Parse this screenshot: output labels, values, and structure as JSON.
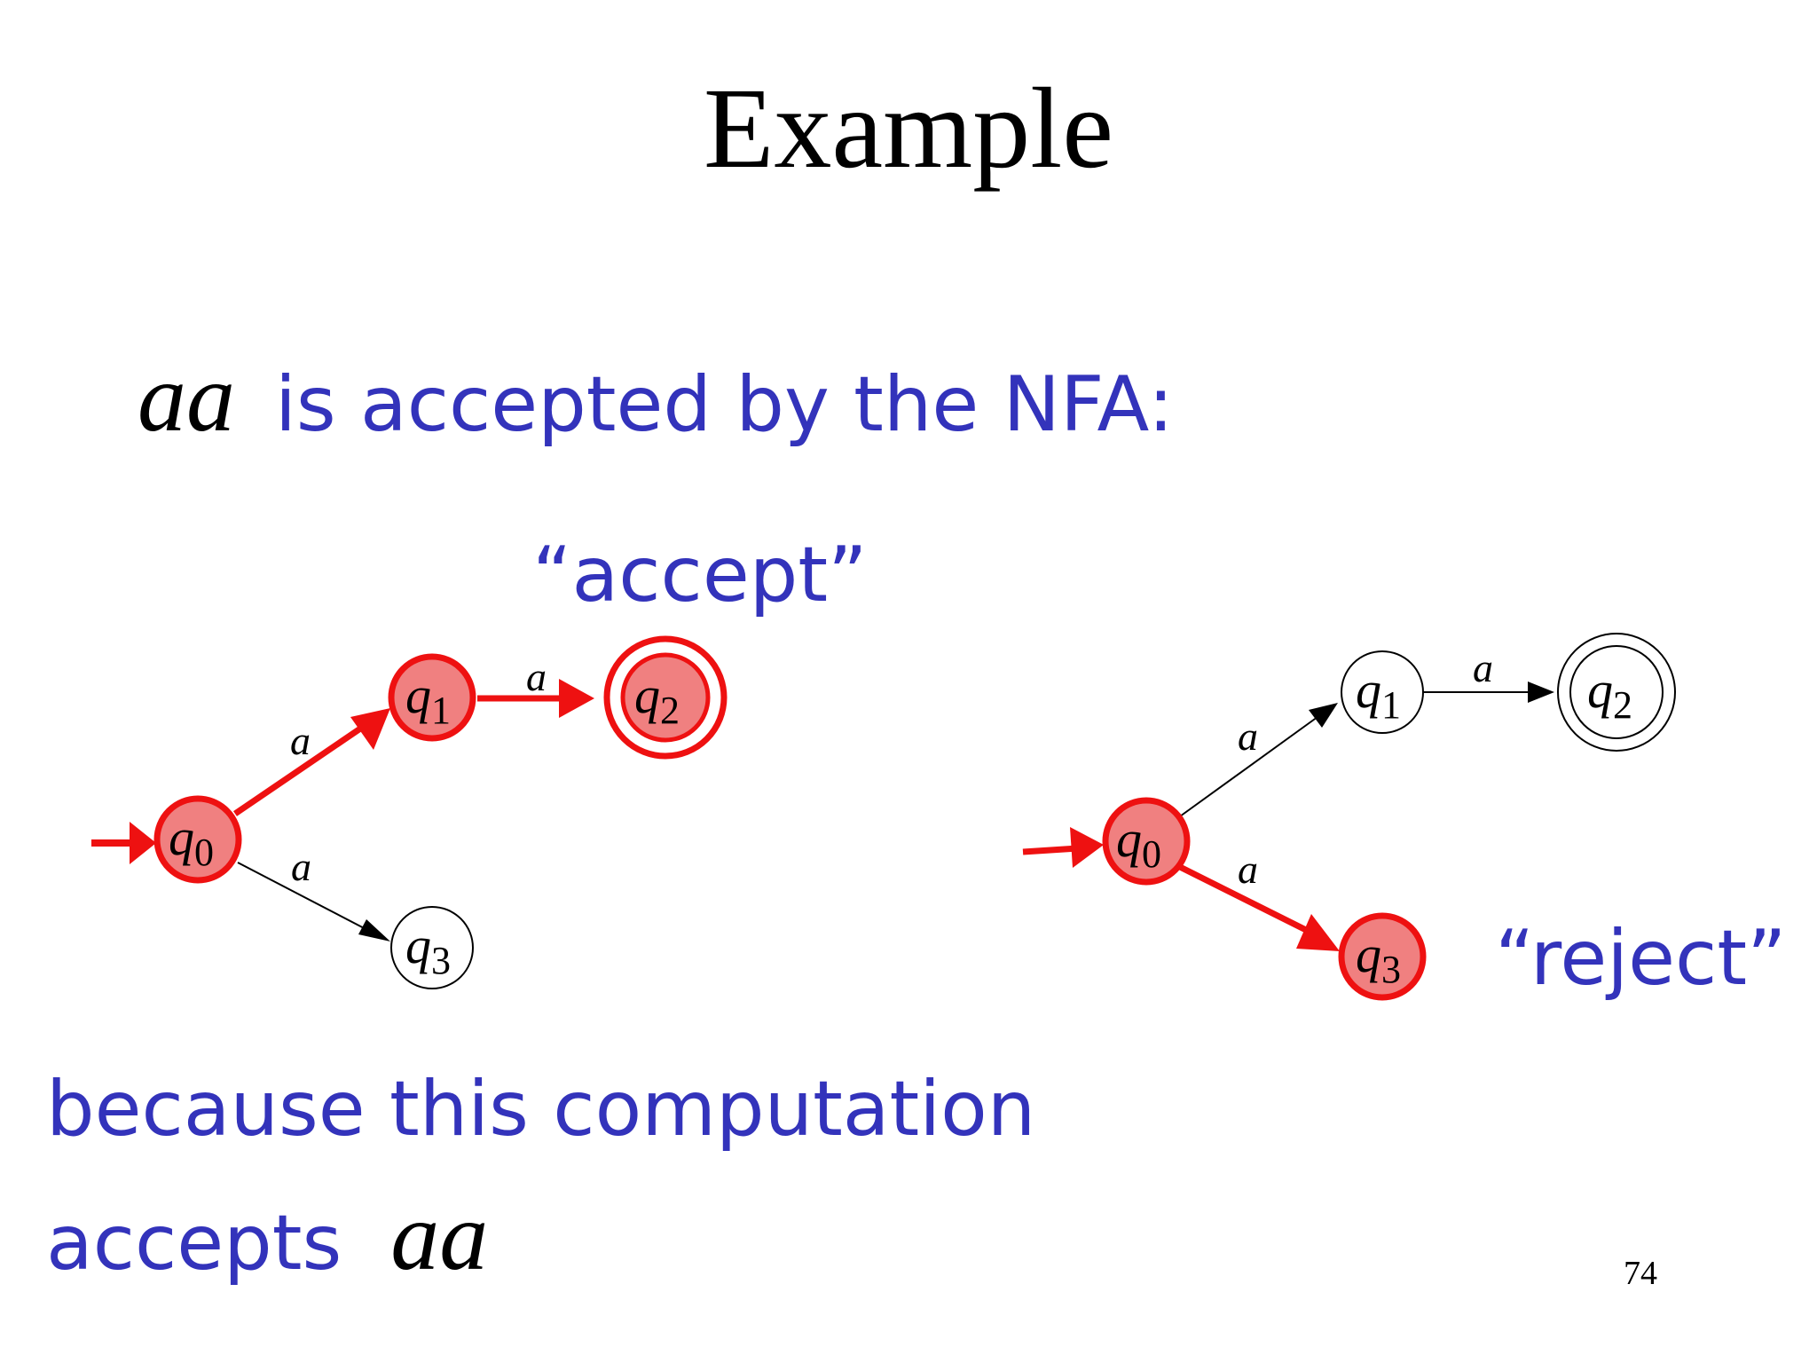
{
  "title": "Example",
  "statement": {
    "string": "aa",
    "text": "is accepted by the NFA:"
  },
  "left_computation": {
    "label": "“accept”",
    "states": {
      "q0": "q",
      "q1": "q",
      "q2": "q",
      "q3": "q"
    },
    "subscripts": {
      "q0": "0",
      "q1": "1",
      "q2": "2",
      "q3": "3"
    },
    "edge_labels": {
      "q0_q1": "a",
      "q1_q2": "a",
      "q0_q3": "a"
    }
  },
  "right_computation": {
    "label": "“reject”",
    "states": {
      "q0": "q",
      "q1": "q",
      "q2": "q",
      "q3": "q"
    },
    "subscripts": {
      "q0": "0",
      "q1": "1",
      "q2": "2",
      "q3": "3"
    },
    "edge_labels": {
      "q0_q1": "a",
      "q1_q2": "a",
      "q0_q3": "a"
    }
  },
  "conclusion": {
    "line1": "because this computation",
    "line2": "accepts",
    "string": "aa"
  },
  "page_number": "74",
  "colors": {
    "highlight_stroke": "#ee1111",
    "highlight_fill": "#f08080",
    "text_blue": "#3333bb"
  }
}
